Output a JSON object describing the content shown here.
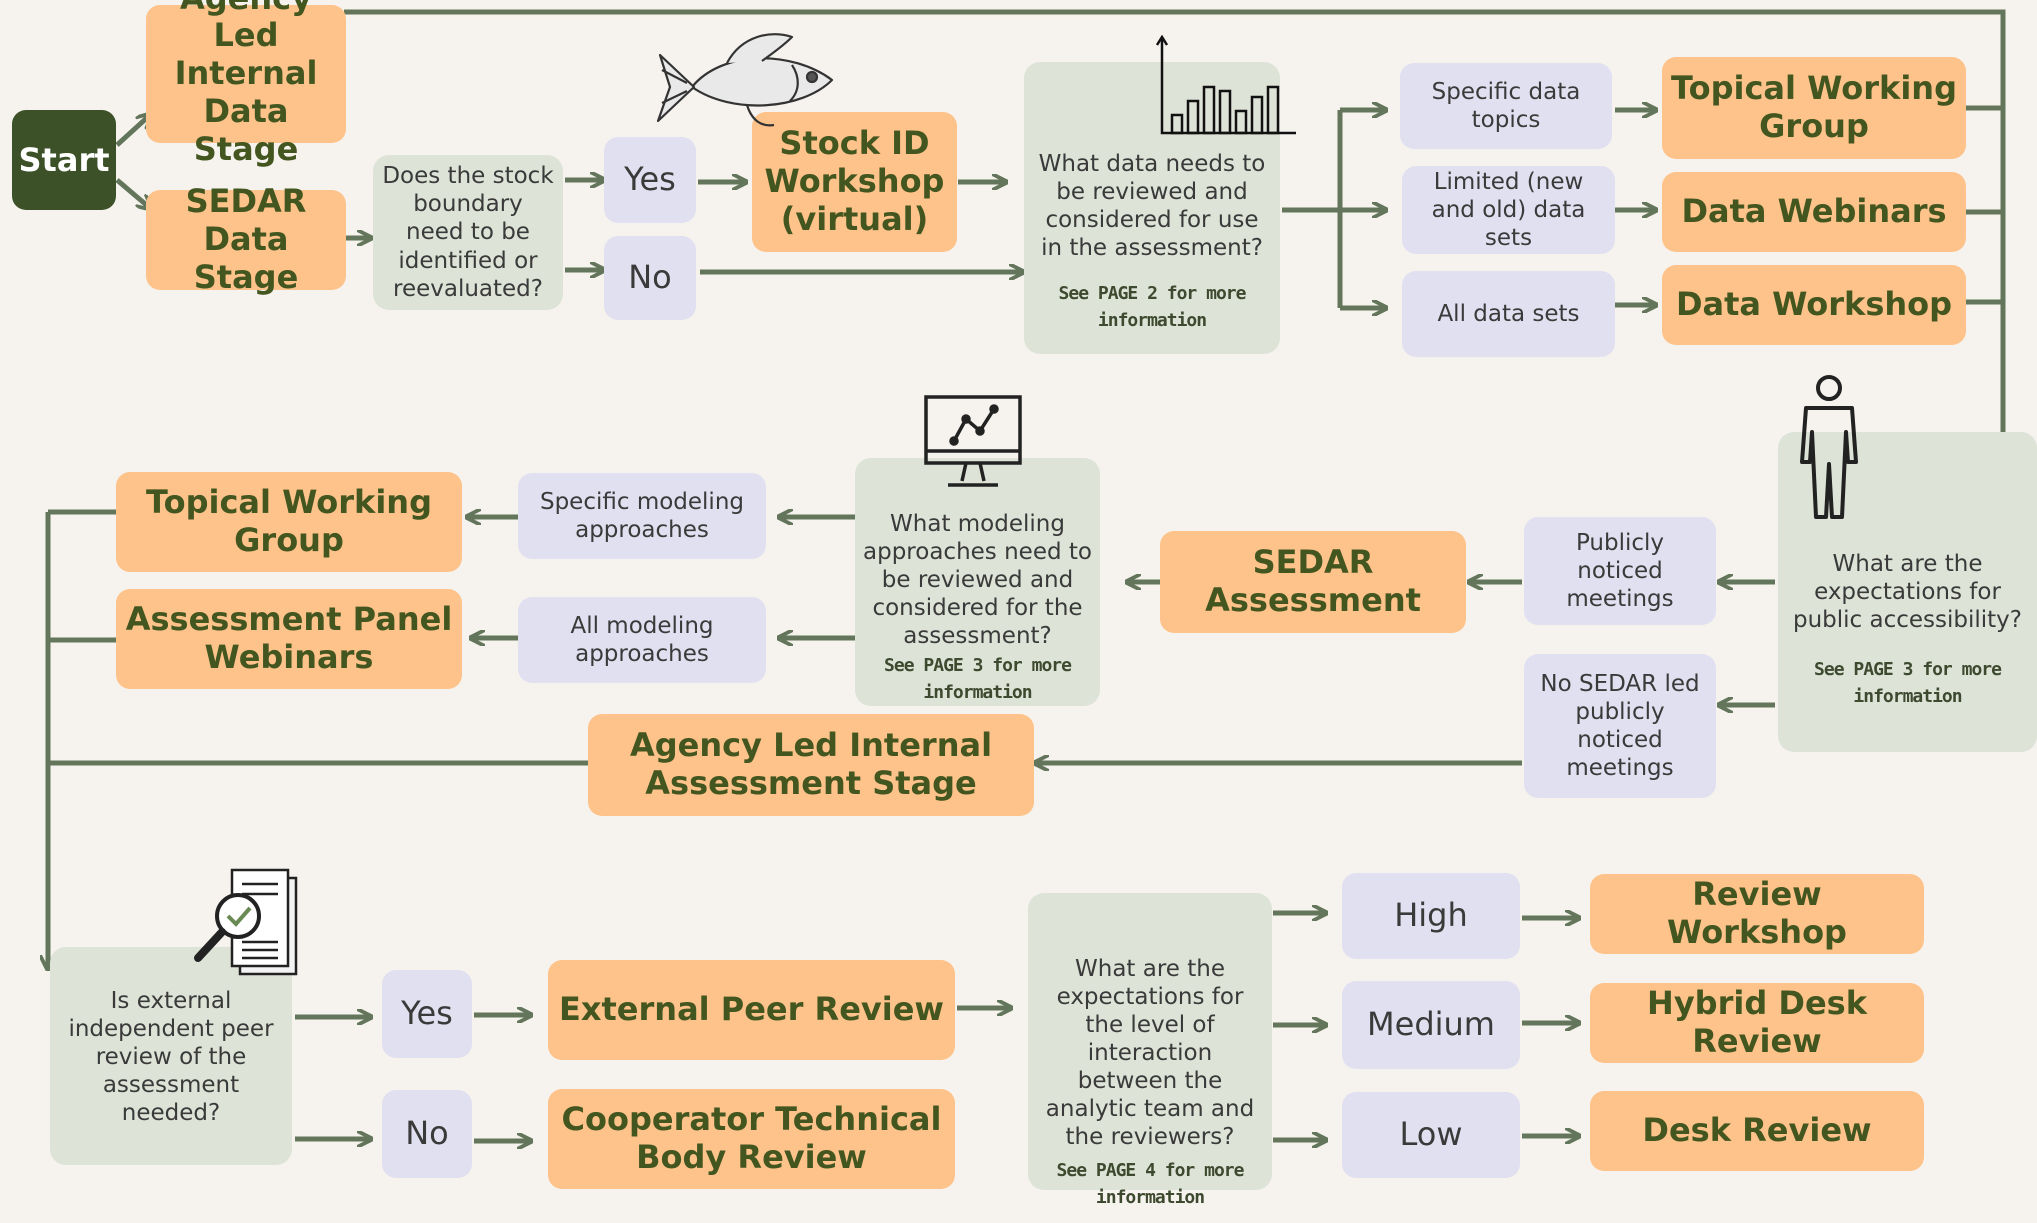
{
  "start": "Start",
  "data_stage": {
    "agency_led": "Agency Led Internal Data Stage",
    "sedar_data": "SEDAR Data Stage",
    "stock_question": "Does the stock boundary need to be identified or reevaluated?",
    "yes": "Yes",
    "no": "No",
    "stock_id": "Stock ID Workshop (virtual)",
    "data_question": "What data needs to be reviewed and considered for use in the assessment?",
    "data_see": "See PAGE 2 for more information",
    "options": [
      {
        "label": "Specific data topics",
        "outcome": "Topical Working Group"
      },
      {
        "label": "Limited (new and old) data sets",
        "outcome": "Data Webinars"
      },
      {
        "label": "All data sets",
        "outcome": "Data Workshop"
      }
    ]
  },
  "assessment_stage": {
    "public_question": "What are the expectations for public accessibility?",
    "public_see": "See PAGE 3 for more information",
    "public_options": [
      "Publicly noticed meetings",
      "No SEDAR led publicly noticed meetings"
    ],
    "sedar_assessment": "SEDAR Assessment",
    "agency_led": "Agency Led Internal Assessment Stage",
    "model_question": "What modeling approaches need to be reviewed and considered for the assessment?",
    "model_see": "See PAGE 3 for more information",
    "model_options": [
      {
        "label": "Specific modeling approaches",
        "outcome": "Topical Working Group"
      },
      {
        "label": "All modeling approaches",
        "outcome": "Assessment Panel Webinars"
      }
    ]
  },
  "review_stage": {
    "peer_question": "Is external independent peer review of the assessment needed?",
    "yes": "Yes",
    "no": "No",
    "external": "External Peer Review",
    "cooperator": "Cooperator Technical Body Review",
    "interaction_question": "What are the expectations for the level of interaction between the analytic team and the reviewers?",
    "interaction_see": "See PAGE 4 for more information",
    "levels": [
      {
        "label": "High",
        "outcome": "Review Workshop"
      },
      {
        "label": "Medium",
        "outcome": "Hybrid Desk Review"
      },
      {
        "label": "Low",
        "outcome": "Desk Review"
      }
    ]
  },
  "colors": {
    "orange_box": "#fec38a",
    "orange_text": "#43561f",
    "lavender_box": "#e1e0f0",
    "gray_box": "#dde3d7",
    "start_box": "#3d5128",
    "arrow": "#63755a",
    "background": "#f6f3ee"
  },
  "icons": [
    "fish-icon",
    "bar-chart-icon",
    "person-icon",
    "monitor-chart-icon",
    "document-magnifier-icon"
  ]
}
